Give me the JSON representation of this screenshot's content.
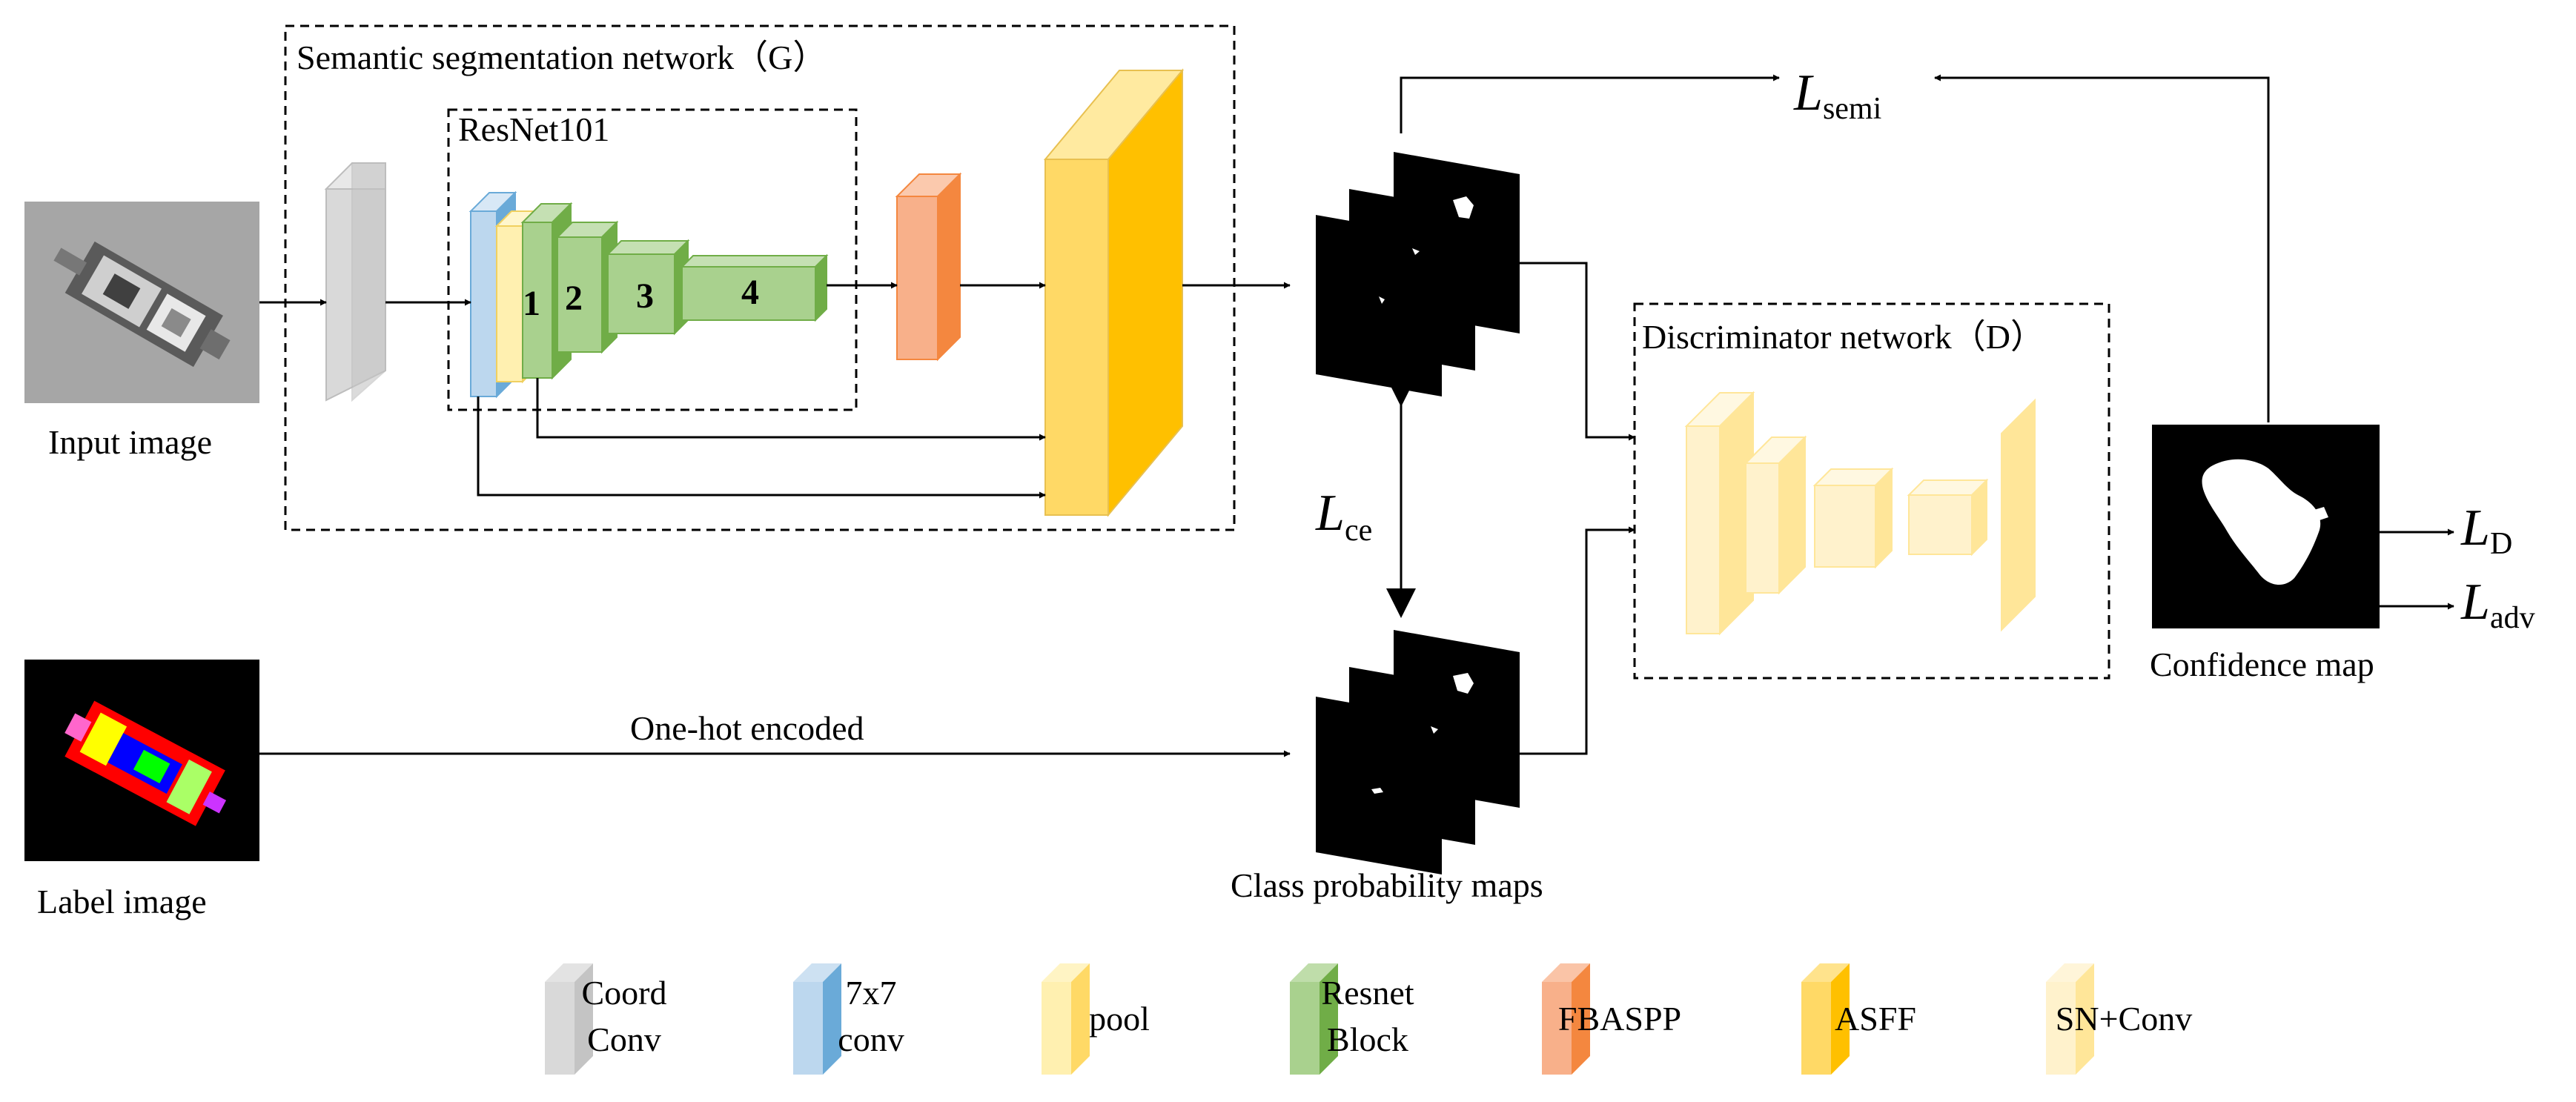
{
  "generator": {
    "title": "Semantic segmentation network（G）",
    "backbone": "ResNet101",
    "blocks": [
      "1",
      "2",
      "3",
      "4"
    ]
  },
  "discriminator": {
    "title": "Discriminator network（D）"
  },
  "images": {
    "input": "Input image",
    "label": "Label image",
    "confidence": "Confidence map",
    "class_prob": "Class probability maps"
  },
  "edges": {
    "onehot": "One-hot encoded"
  },
  "losses": {
    "semi": {
      "main": "L",
      "sub": "semi"
    },
    "ce": {
      "main": "L",
      "sub": "ce"
    },
    "d": {
      "main": "L",
      "sub": "D"
    },
    "adv": {
      "main": "L",
      "sub": "adv"
    }
  },
  "legend": [
    {
      "line1": "Coord",
      "line2": "Conv",
      "front": "#d9d9d9",
      "side": "#c4c4c4"
    },
    {
      "line1": "7x7",
      "line2": "conv",
      "front": "#bcd7ee",
      "side": "#6aaad8"
    },
    {
      "line1": "pool",
      "line2": "",
      "front": "#fff0b0",
      "side": "#ffd966"
    },
    {
      "line1": "Resnet",
      "line2": "Block",
      "front": "#a9d18e",
      "side": "#70ad47"
    },
    {
      "line1": "FBASPP",
      "line2": "",
      "front": "#f8b08a",
      "side": "#f4873f"
    },
    {
      "line1": "ASFF",
      "line2": "",
      "front": "#ffd966",
      "side": "#ffc000"
    },
    {
      "line1": "SN+Conv",
      "line2": "",
      "front": "#fff2cc",
      "side": "#ffe699"
    }
  ]
}
